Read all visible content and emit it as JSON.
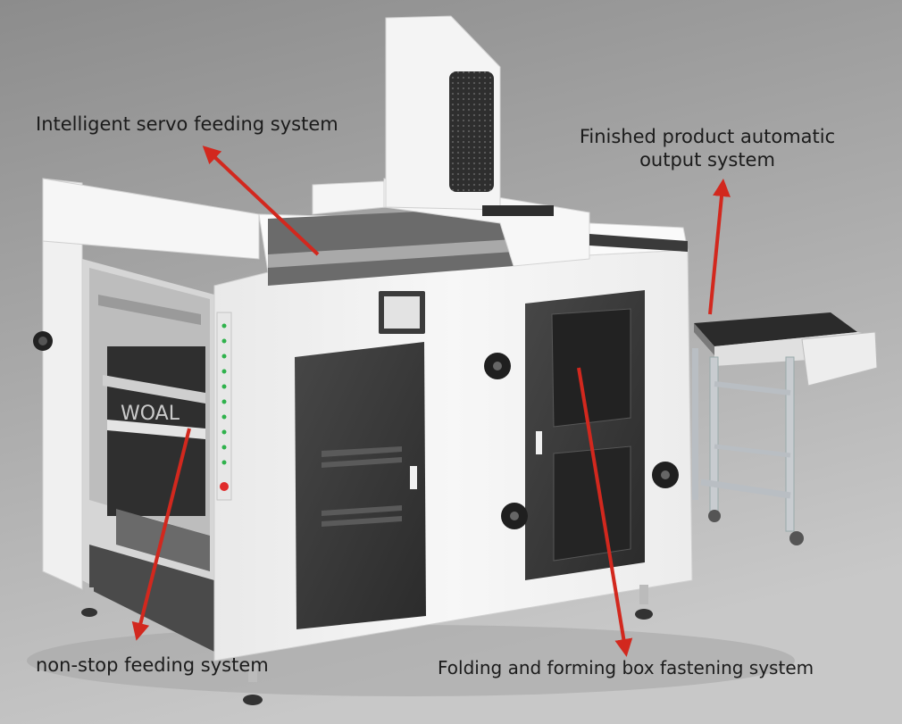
{
  "labels": {
    "servo": "Intelligent servo feeding system",
    "output_line1": "Finished product automatic",
    "output_line2": "output system",
    "nonstop": "non-stop feeding system",
    "folding": "Folding and forming box fastening system"
  },
  "machine": {
    "window_text": "WOAL"
  },
  "colors": {
    "background_top": "#8a8a8a",
    "background_bottom": "#c9c9c9",
    "machine_body": "#f2f2f2",
    "panel_dark": "#3a3a3a",
    "arrow": "#d2281e",
    "signal_green": "#2fb24c",
    "signal_red": "#e02a2a"
  }
}
